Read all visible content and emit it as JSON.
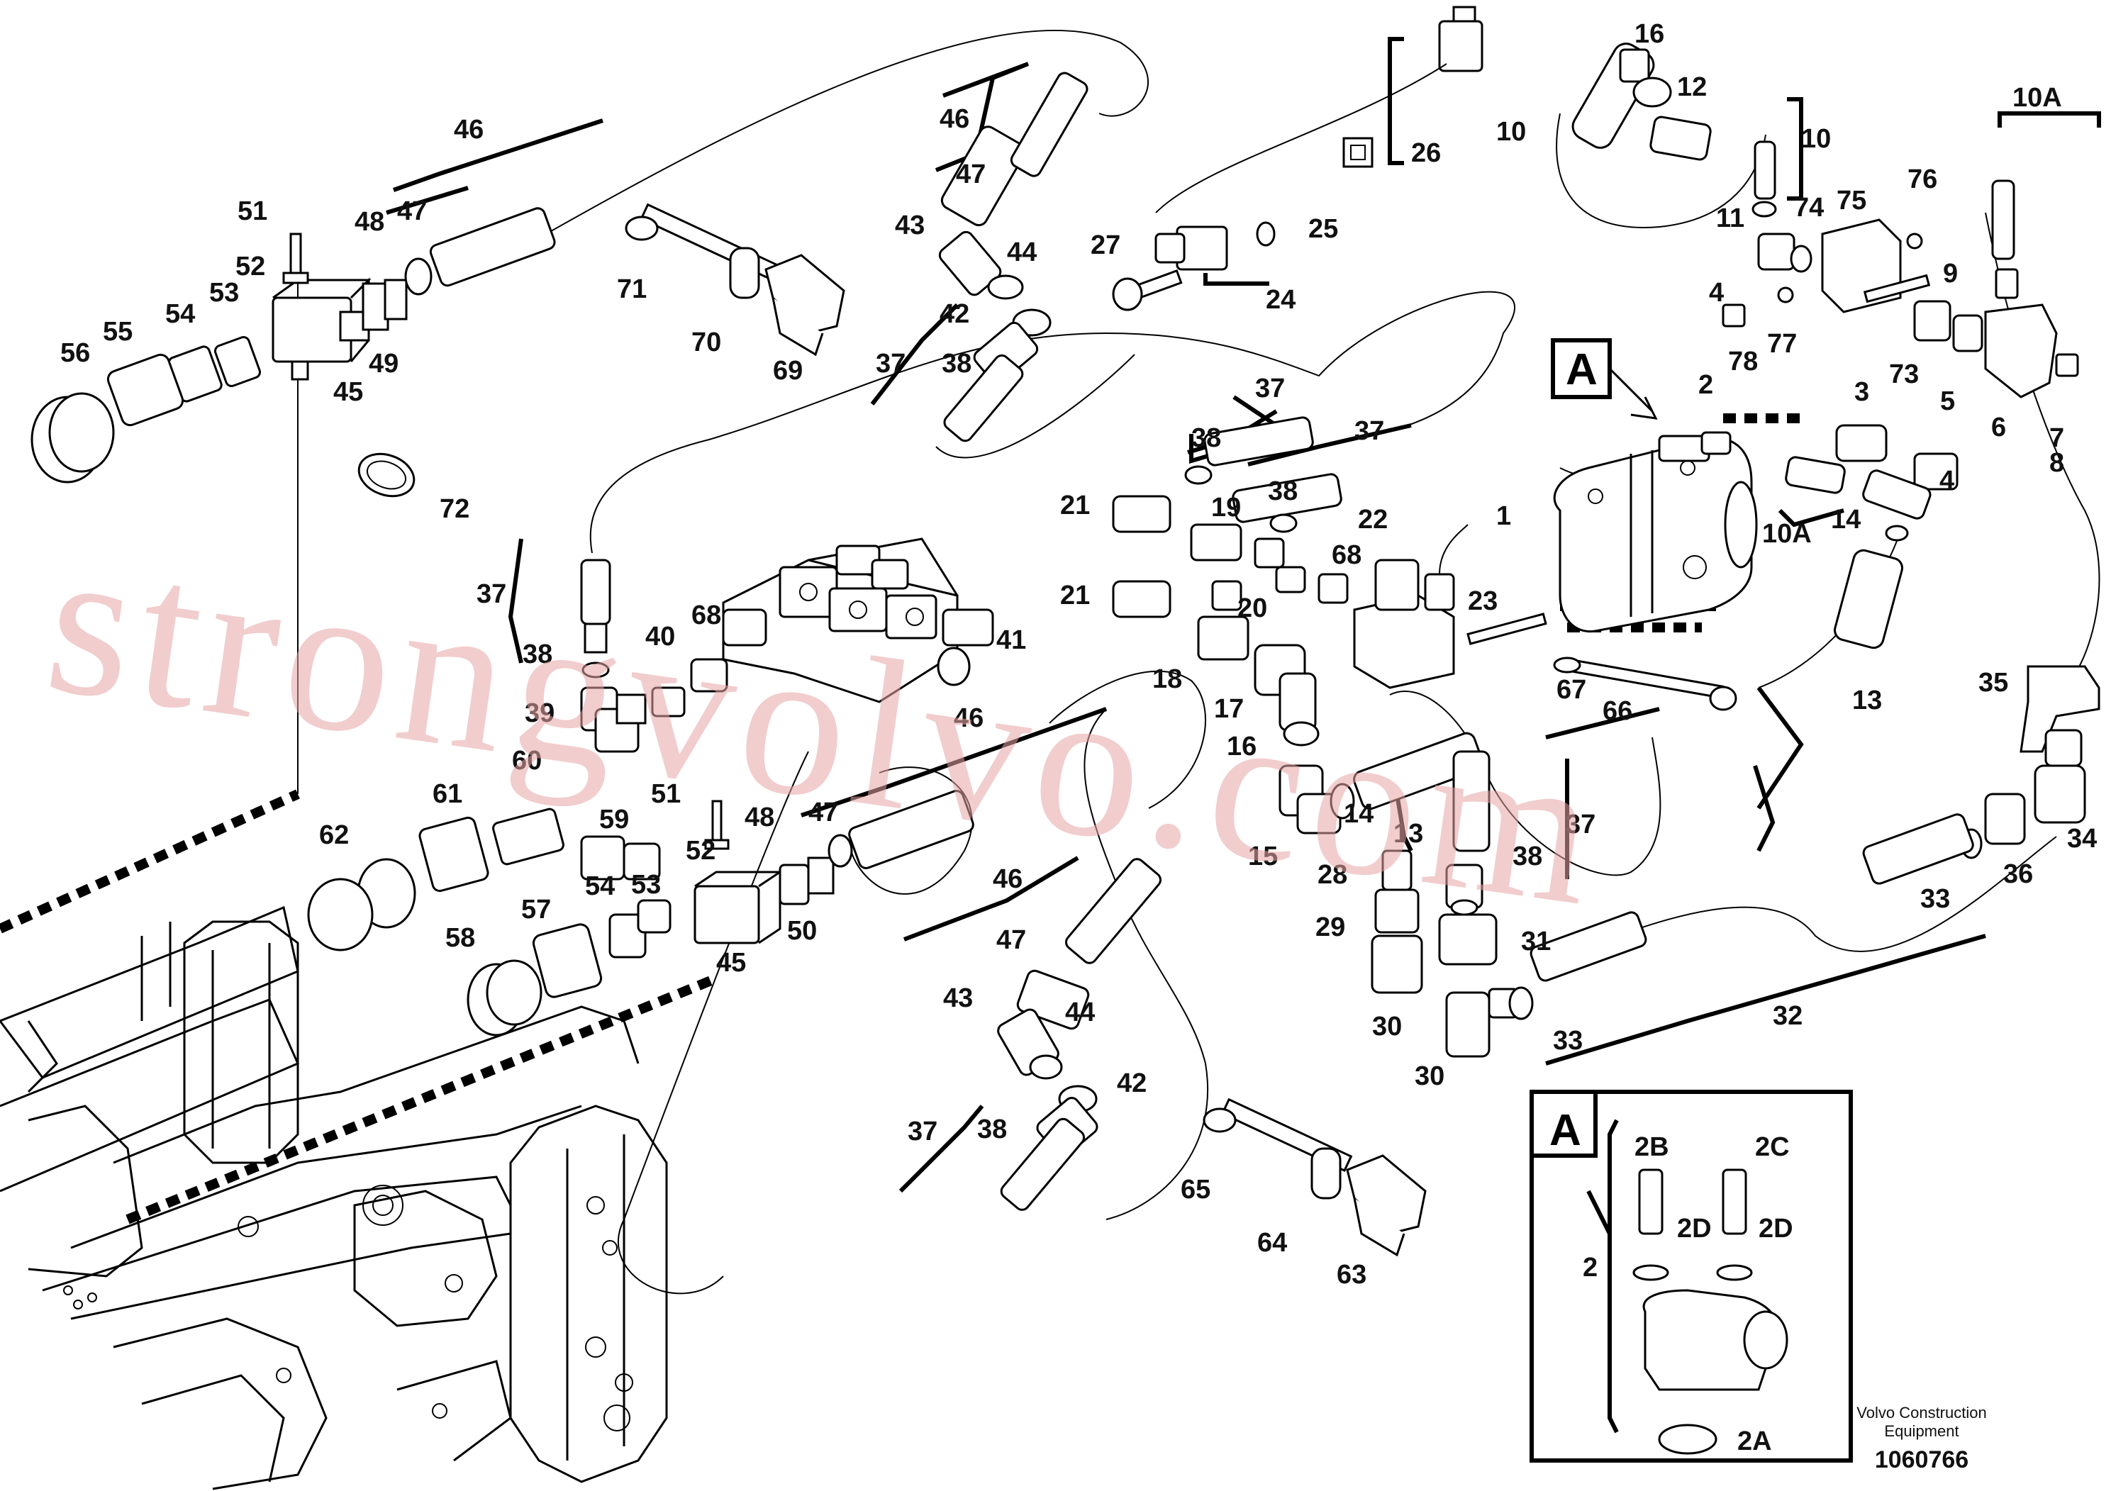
{
  "diagram": {
    "watermark": "strongvolvo.com",
    "brand_line1": "Volvo Construction",
    "brand_line2": "Equipment",
    "document_number": "1060766",
    "view_callout": "A",
    "detail_box": {
      "title": "A",
      "labels": [
        "2B",
        "2C",
        "2D",
        "2D",
        "2",
        "2A"
      ]
    },
    "part_labels": [
      "46",
      "47",
      "48",
      "51",
      "52",
      "53",
      "54",
      "55",
      "56",
      "49",
      "45",
      "71",
      "70",
      "69",
      "72",
      "46",
      "47",
      "43",
      "44",
      "42",
      "37",
      "38",
      "27",
      "26",
      "25",
      "24",
      "16",
      "12",
      "10",
      "10",
      "11",
      "74",
      "75",
      "76",
      "4",
      "77",
      "78",
      "73",
      "5",
      "10A",
      "9",
      "6",
      "7",
      "8",
      "37",
      "38",
      "37",
      "38",
      "21",
      "19",
      "22",
      "68",
      "21",
      "20",
      "23",
      "18",
      "17",
      "16",
      "2",
      "3",
      "4",
      "1",
      "14",
      "10A",
      "67",
      "66",
      "13",
      "37",
      "38",
      "40",
      "68",
      "41",
      "39",
      "60",
      "61",
      "62",
      "59",
      "51",
      "54",
      "52",
      "53",
      "48",
      "47",
      "46",
      "50",
      "45",
      "57",
      "58",
      "46",
      "47",
      "43",
      "44",
      "42",
      "37",
      "38",
      "13",
      "14",
      "15",
      "28",
      "29",
      "31",
      "30",
      "30",
      "33",
      "32",
      "37",
      "38",
      "35",
      "34",
      "36",
      "33",
      "65",
      "64",
      "63"
    ]
  }
}
